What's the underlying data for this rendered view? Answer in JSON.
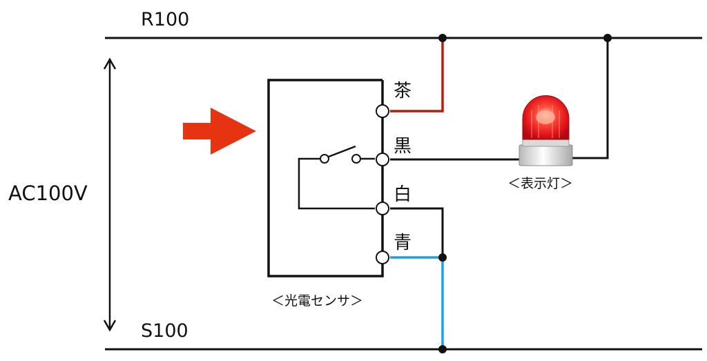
{
  "labels": {
    "top_rail": "R100",
    "bottom_rail": "S100",
    "voltage": "AC100V",
    "sensor_caption": "＜光電センサ＞",
    "lamp_caption": "＜表示灯＞"
  },
  "wires": [
    {
      "label": "茶",
      "color": "#b71c0c"
    },
    {
      "label": "黒",
      "color": "#111111"
    },
    {
      "label": "白",
      "color": "#111111"
    },
    {
      "label": "青",
      "color": "#1aa0e8"
    }
  ],
  "colors": {
    "arrow": "#e63312",
    "lamp_dome": "#e8141a",
    "line": "#111111"
  },
  "icons": {
    "input_arrow": "right-arrow-icon",
    "lamp": "signal-lamp-icon"
  }
}
